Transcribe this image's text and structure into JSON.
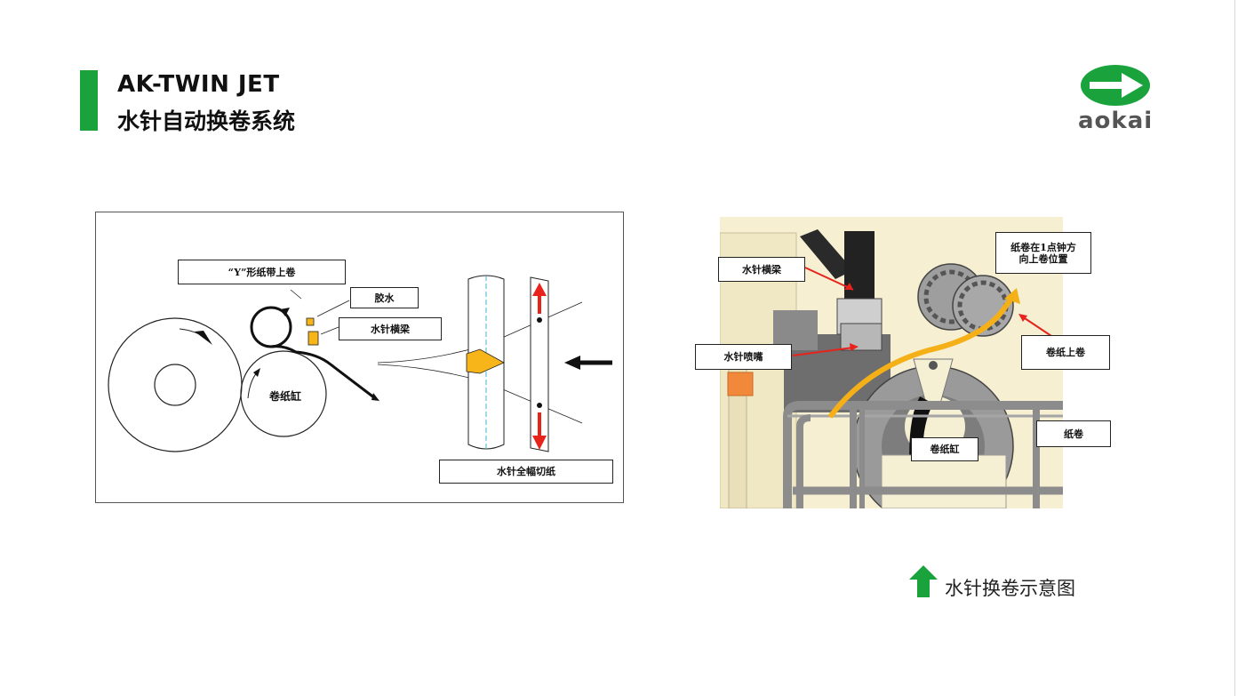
{
  "header": {
    "title_line1": "AK-TWIN JET",
    "title_line2": "水针自动换卷系统"
  },
  "logo": {
    "text": "aokai",
    "icon": "right-arrow-logo-icon"
  },
  "colors": {
    "accent": "#1aa33c",
    "arrow_red": "#e8231c",
    "glue_yellow": "#f7b51a",
    "machine_bg": "#f6efd2",
    "orange_block": "#f2883a",
    "yellow_path": "#f5b018"
  },
  "left_diagram": {
    "labels": {
      "y_band": "“Y”形纸带上卷",
      "glue": "胶水",
      "beam": "水针横梁",
      "drum": "卷纸缸",
      "cut": "水针全幅切纸"
    }
  },
  "right_diagram": {
    "labels": {
      "beam": "水针横梁",
      "nozzle": "水针喷嘴",
      "position": "纸卷在1点钟方\n向上卷位置",
      "winding": "卷纸上卷",
      "roll": "纸卷",
      "drum": "卷纸缸"
    }
  },
  "caption": {
    "text": "水针换卷示意图",
    "icon": "up-arrow-icon"
  }
}
